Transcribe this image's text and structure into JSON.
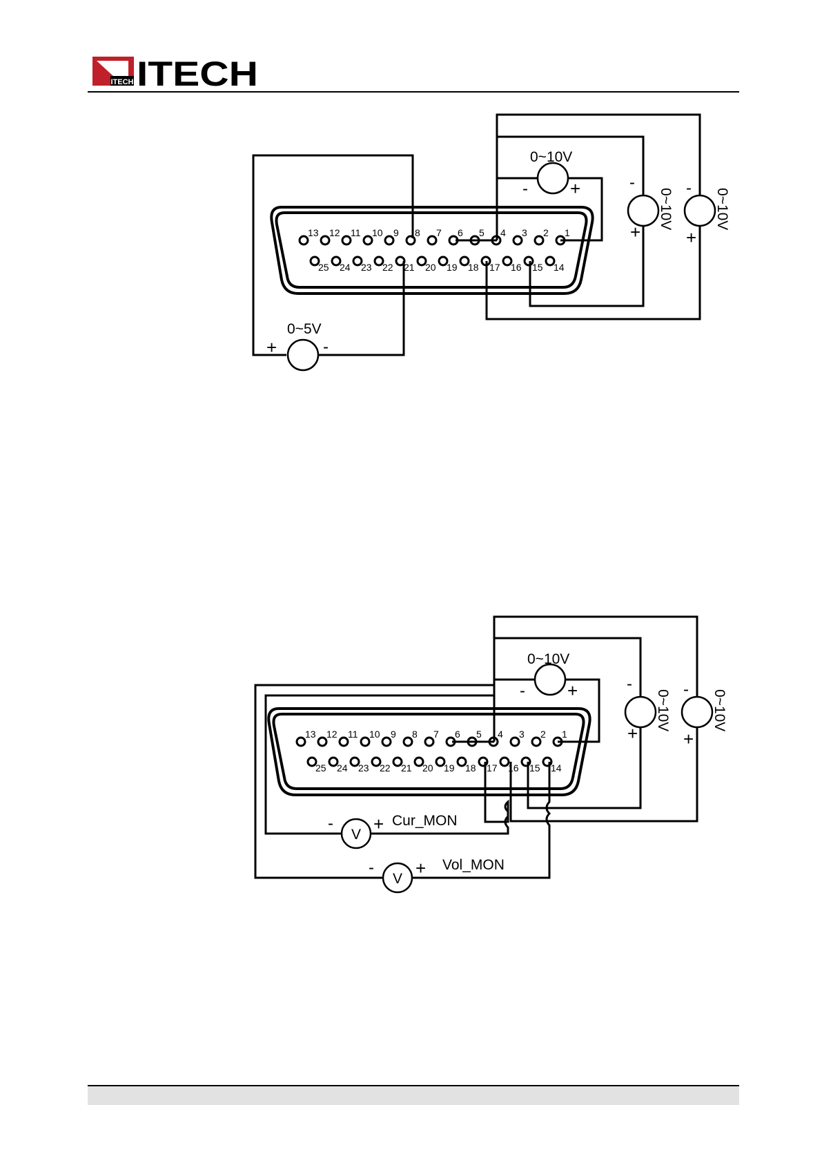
{
  "header": {
    "brand": "ITECH",
    "logo_badge": "ITECH",
    "colors": {
      "brand_red": "#c0202a",
      "brand_black": "#000000"
    }
  },
  "connector": {
    "top_row_pins": [
      "13",
      "12",
      "11",
      "10",
      "9",
      "8",
      "7",
      "6",
      "5",
      "4",
      "3",
      "2",
      "1"
    ],
    "bottom_row_pins": [
      "25",
      "24",
      "23",
      "22",
      "21",
      "20",
      "19",
      "18",
      "17",
      "16",
      "15",
      "14"
    ]
  },
  "diagram_top": {
    "source_top_label": "0~10V",
    "source_right1_label": "0~10V",
    "source_right2_label": "0~10V",
    "source_bottom_label": "0~5V",
    "plus": "+",
    "minus": "-"
  },
  "diagram_bottom": {
    "source_top_label": "0~10V",
    "source_right1_label": "0~10V",
    "source_right2_label": "0~10V",
    "meter_symbol": "V",
    "cur_mon_label": "Cur_MON",
    "vol_mon_label": "Vol_MON",
    "plus": "+",
    "minus": "-"
  },
  "footer": {
    "band_color": "#e2e2e2"
  }
}
